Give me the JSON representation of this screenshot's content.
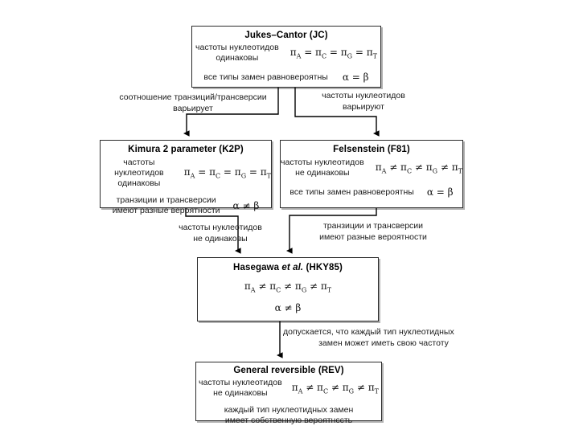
{
  "diagram": {
    "title_semantic": "nucleotide-substitution-model-hierarchy",
    "colors": {
      "box_border": "#2b2b2b",
      "text": "#111111",
      "background": "#ffffff",
      "arrow": "#000000"
    },
    "nodes": [
      {
        "id": "jc",
        "title": "Jukes–Cantor (JC)",
        "desc_line1": "частоты нуклеотидов",
        "desc_line2": "одинаковы",
        "formula_freq": "πA = πC = πG = πT",
        "desc_line3": "все типы замен равновероятны",
        "formula_rate": "α = β"
      },
      {
        "id": "k2p",
        "title": "Kimura 2 parameter (K2P)",
        "desc_line1": "частоты нуклеотидов",
        "desc_line2": "одинаковы",
        "formula_freq": "πA = πC = πG = πT",
        "desc_line3": "транзиции и трансверсии",
        "desc_line4": "имеют разные вероятности",
        "formula_rate": "α ≠ β"
      },
      {
        "id": "f81",
        "title": "Felsenstein (F81)",
        "desc_line1": "частоты нуклеотидов",
        "desc_line2": "не одинаковы",
        "formula_freq": "πA ≠ πC ≠ πG ≠ πT",
        "desc_line3": "все типы замен равновероятны",
        "formula_rate": "α = β"
      },
      {
        "id": "hky",
        "title_plain_1": "Hasegawa ",
        "title_italic": "et al.",
        "title_plain_2": " (HKY85)",
        "formula_freq": "πA ≠ πC ≠ πG ≠ πT",
        "formula_rate": "α ≠ β"
      },
      {
        "id": "rev",
        "title": "General reversible (REV)",
        "desc_line1": "частоты нуклеотидов",
        "desc_line2": "не одинаковы",
        "formula_freq": "πA ≠ πC ≠ πG ≠ πT",
        "desc_line3": "каждый тип нуклеотидных замен",
        "desc_line4": "имеет собственную вероятнссть"
      }
    ],
    "edges": [
      {
        "id": "jc-to-k2p",
        "from": "jc",
        "to": "k2p",
        "label_line1": "соотношение транзиций/трансверсии",
        "label_line2": "варьирует"
      },
      {
        "id": "jc-to-f81",
        "from": "jc",
        "to": "f81",
        "label_line1": "частоты нуклеотидов",
        "label_line2": "варьируют"
      },
      {
        "id": "k2p-to-hky",
        "from": "k2p",
        "to": "hky",
        "label_line1": "частоты нуклеотидов",
        "label_line2": "не одинаковы"
      },
      {
        "id": "f81-to-hky",
        "from": "f81",
        "to": "hky",
        "label_line1": "транзиции и трансверсии",
        "label_line2": "имеют разные вероятности"
      },
      {
        "id": "hky-to-rev",
        "from": "hky",
        "to": "rev",
        "label_line1": "допускается, что каждый тип нуклеотидных",
        "label_line2": "замен может иметь свою частоту"
      }
    ]
  }
}
